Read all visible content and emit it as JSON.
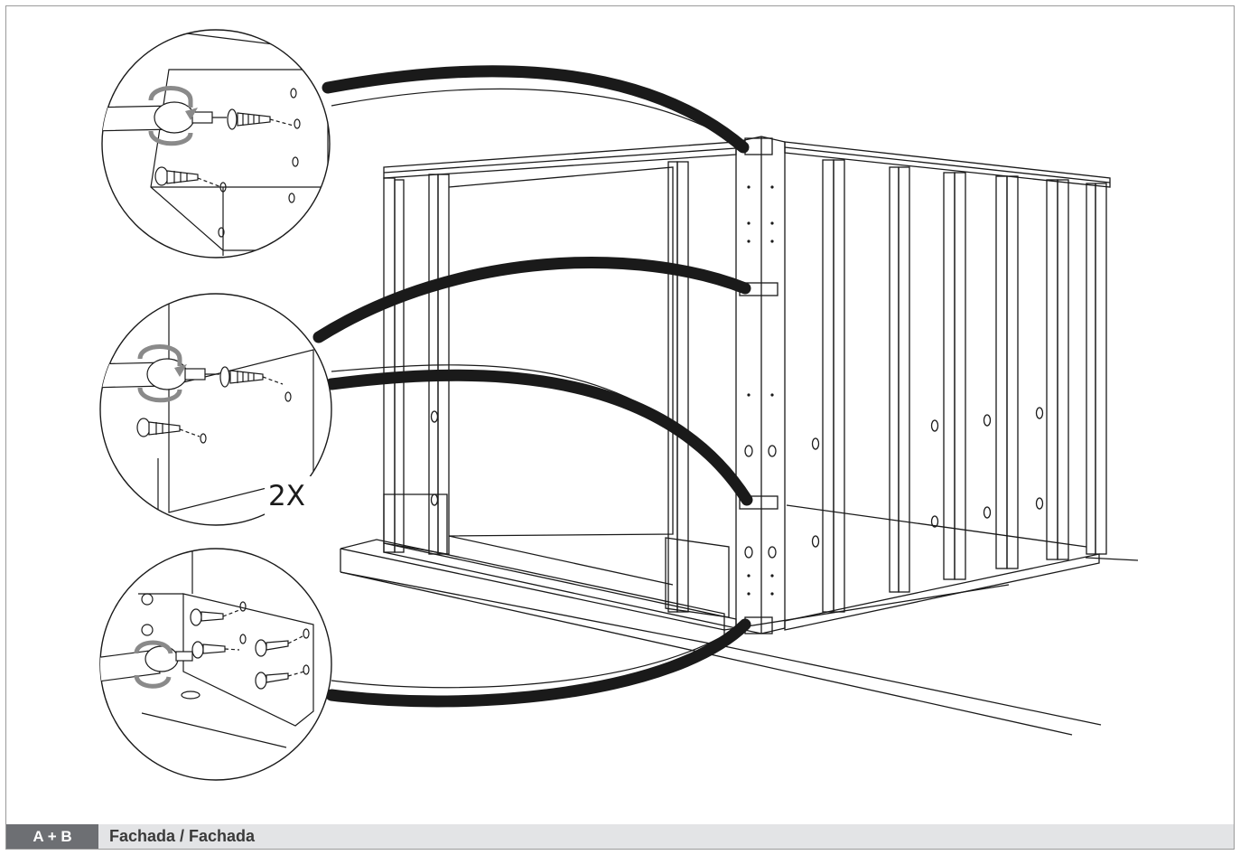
{
  "diagram": {
    "quantity_label": "2X",
    "callout_icons": [
      "screwdriver-icon",
      "screw-icon",
      "rotation-arrow-icon"
    ]
  },
  "footer": {
    "step_label": "A + B",
    "title": "Fachada / Fachada"
  },
  "colors": {
    "footer_badge": "#6d6f73",
    "footer_bar": "#e3e4e6",
    "line_art": "#1a1a1a",
    "rotation_arrow": "#8a8a8a"
  }
}
